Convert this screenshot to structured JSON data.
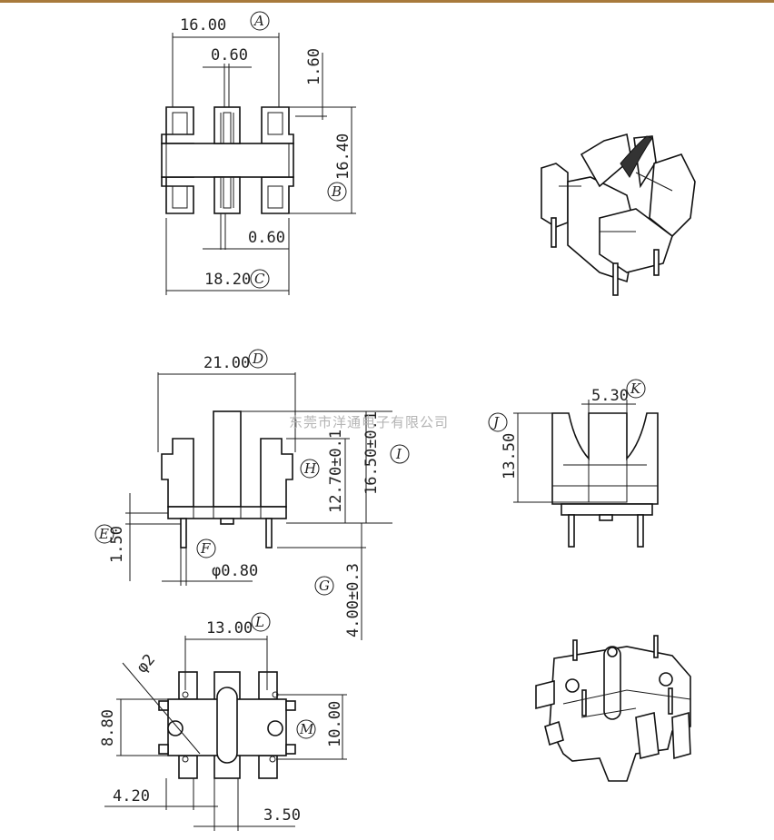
{
  "dimensions": {
    "a": "16.00",
    "pin_gap": "0.60",
    "top_offset": "1.60",
    "height_b": "16.40",
    "pin_w": "0.60",
    "c": "18.20",
    "d": "21.00",
    "e": "1.50",
    "pin_dia": "φ0.80",
    "h": "12.70±0.1",
    "i": "16.50±0.1",
    "g": "4.00±0.3",
    "k": "5.30",
    "j": "13.50",
    "l": "13.00",
    "hole": "φ2",
    "m_h": "8.80",
    "m": "10.00",
    "left_w": "4.20",
    "center_w": "3.50"
  },
  "labels": {
    "A": "A",
    "B": "B",
    "C": "C",
    "D": "D",
    "E": "E",
    "F": "F",
    "G": "G",
    "H": "H",
    "I": "I",
    "J": "J",
    "K": "K",
    "L": "L",
    "M": "M"
  },
  "watermark": "东莞市洋通电子有限公司"
}
